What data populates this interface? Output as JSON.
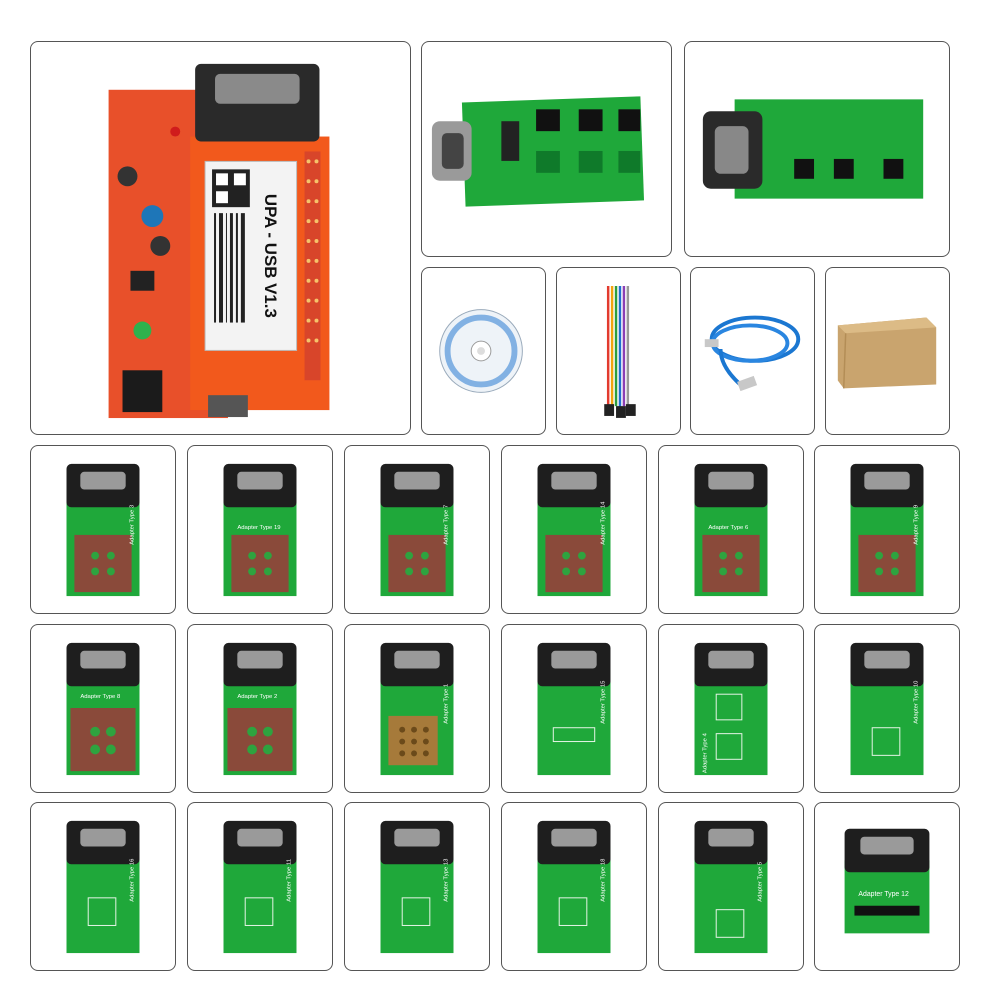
{
  "colors": {
    "pcb_green": "#1fa83a",
    "pcb_orange": "#f2591c",
    "connector_black": "#1e1e1e",
    "cable_blue": "#1b77d1",
    "carton_tan": "#c9a46e"
  },
  "main_unit": {
    "label_line": "UPA - USB V1.3"
  },
  "small_adapters": {
    "row1": [
      "Adapter Type 3",
      "Adapter Type 19",
      "Adapter Type 7",
      "Adapter Type 14",
      "Adapter Type 6",
      "Adapter Type 9"
    ],
    "row2": [
      "Adapter Type 8",
      "Adapter Type 2",
      "Adapter Type 1",
      "Adapter Type 15",
      "Adapter Type 4",
      "Adapter Type 10"
    ],
    "row3": [
      "Adapter Type 16",
      "Adapter Type 11",
      "Adapter Type 13",
      "Adapter Type 18",
      "Adapter Type 5",
      "Adapter Type 12"
    ]
  },
  "accessories": [
    "cd-disc-icon",
    "jumper-wires-icon",
    "usb-cable-icon",
    "carton-box-icon"
  ]
}
